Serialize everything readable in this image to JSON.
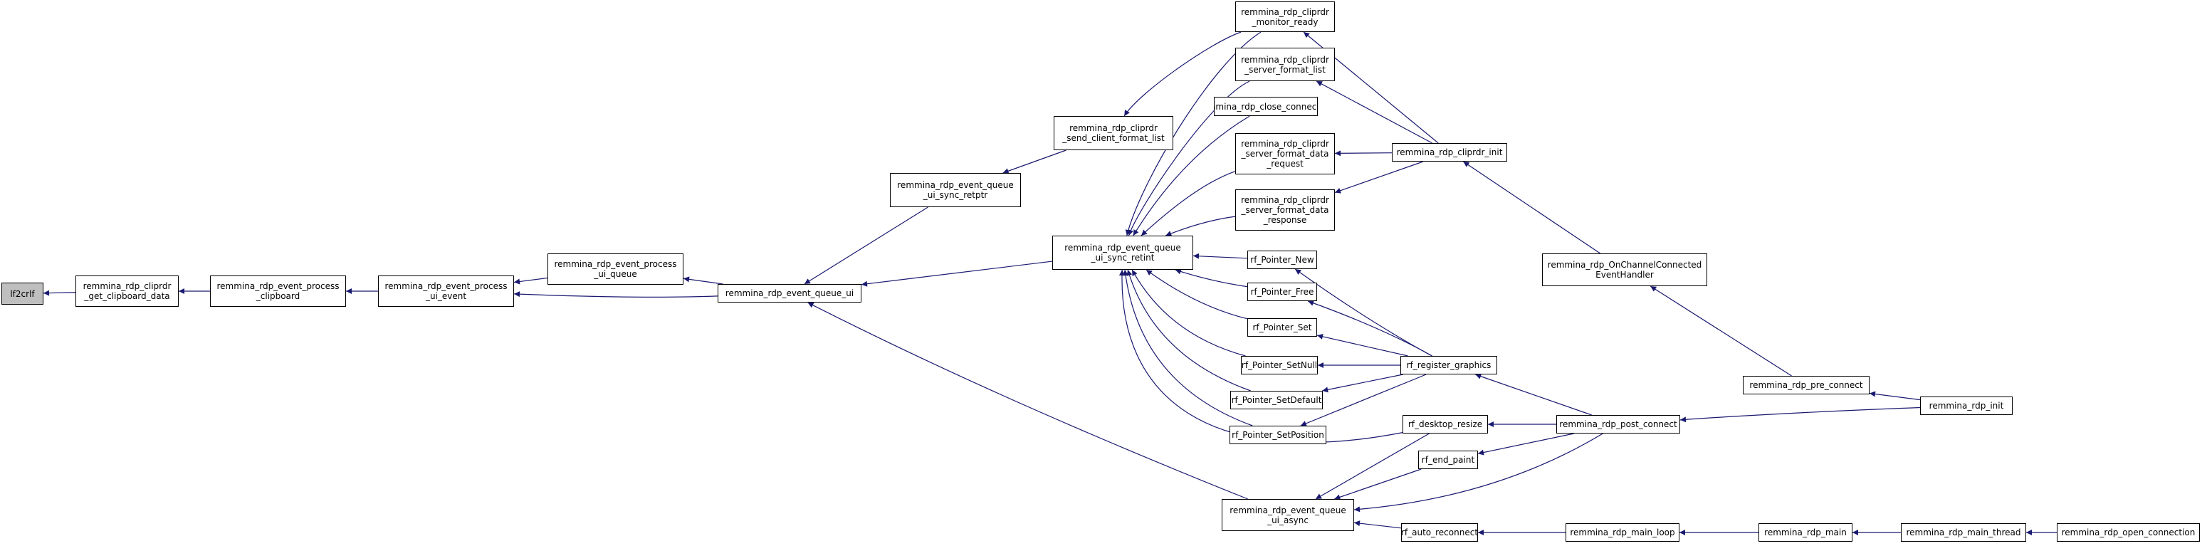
{
  "colors": {
    "edge": "#191970",
    "border": "#000000",
    "root_fill": "#bfbfbf",
    "node_fill": "#ffffff"
  },
  "nodes": {
    "lf2crlf": [
      "lf2crlf"
    ],
    "get_clip": [
      "remmina_rdp_cliprdr",
      "_get_clipboard_data"
    ],
    "proc_clip": [
      "remmina_rdp_event_process",
      "_clipboard"
    ],
    "proc_ui": [
      "remmina_rdp_event_process",
      "_ui_event"
    ],
    "proc_queue": [
      "remmina_rdp_event_process",
      "_ui_queue"
    ],
    "queue_ui": [
      "remmina_rdp_event_queue_ui"
    ],
    "sync_retptr": [
      "remmina_rdp_event_queue",
      "_ui_sync_retptr"
    ],
    "send_fmt": [
      "remmina_rdp_cliprdr",
      "_send_client_format_list"
    ],
    "sync_retint": [
      "remmina_rdp_event_queue",
      "_ui_sync_retint"
    ],
    "monitor": [
      "remmina_rdp_cliprdr",
      "_monitor_ready"
    ],
    "srv_fmt_list": [
      "remmina_rdp_cliprdr",
      "_server_format_list"
    ],
    "close_conn": [
      "remmina_rdp_close_connection"
    ],
    "srv_fmt_req": [
      "remmina_rdp_cliprdr",
      "_server_format_data",
      "_request"
    ],
    "srv_fmt_resp": [
      "remmina_rdp_cliprdr",
      "_server_format_data",
      "_response"
    ],
    "p_new": [
      "rf_Pointer_New"
    ],
    "p_free": [
      "rf_Pointer_Free"
    ],
    "p_set": [
      "rf_Pointer_Set"
    ],
    "p_setnull": [
      "rf_Pointer_SetNull"
    ],
    "p_setdefault": [
      "rf_Pointer_SetDefault"
    ],
    "p_setpos": [
      "rf_Pointer_SetPosition"
    ],
    "cliprdr_init": [
      "remmina_rdp_cliprdr_init"
    ],
    "reg_graphics": [
      "rf_register_graphics"
    ],
    "desk_resize": [
      "rf_desktop_resize"
    ],
    "end_paint": [
      "rf_end_paint"
    ],
    "async": [
      "remmina_rdp_event_queue",
      "_ui_async"
    ],
    "auto_reconnect": [
      "rf_auto_reconnect"
    ],
    "on_channel": [
      "remmina_rdp_OnChannelConnected",
      "EventHandler"
    ],
    "post_connect": [
      "remmina_rdp_post_connect"
    ],
    "main_loop": [
      "remmina_rdp_main_loop"
    ],
    "pre_connect": [
      "remmina_rdp_pre_connect"
    ],
    "rdp_init": [
      "remmina_rdp_init"
    ],
    "rdp_main": [
      "remmina_rdp_main"
    ],
    "main_thread": [
      "remmina_rdp_main_thread"
    ],
    "open_conn": [
      "remmina_rdp_open_connection"
    ]
  },
  "edges": [
    [
      "get_clip",
      "lf2crlf"
    ],
    [
      "proc_clip",
      "get_clip"
    ],
    [
      "proc_ui",
      "proc_clip"
    ],
    [
      "proc_queue",
      "proc_ui"
    ],
    [
      "queue_ui",
      "proc_ui"
    ],
    [
      "queue_ui",
      "proc_queue"
    ],
    [
      "sync_retptr",
      "queue_ui"
    ],
    [
      "sync_retint",
      "queue_ui"
    ],
    [
      "async",
      "queue_ui"
    ],
    [
      "send_fmt",
      "sync_retptr"
    ],
    [
      "monitor",
      "send_fmt"
    ],
    [
      "monitor",
      "sync_retint"
    ],
    [
      "srv_fmt_list",
      "sync_retint"
    ],
    [
      "close_conn",
      "sync_retint"
    ],
    [
      "srv_fmt_req",
      "sync_retint"
    ],
    [
      "srv_fmt_resp",
      "sync_retint"
    ],
    [
      "p_new",
      "sync_retint"
    ],
    [
      "p_free",
      "sync_retint"
    ],
    [
      "p_set",
      "sync_retint"
    ],
    [
      "p_setnull",
      "sync_retint"
    ],
    [
      "p_setdefault",
      "sync_retint"
    ],
    [
      "p_setpos",
      "sync_retint"
    ],
    [
      "desk_resize",
      "sync_retint"
    ],
    [
      "cliprdr_init",
      "monitor"
    ],
    [
      "cliprdr_init",
      "srv_fmt_list"
    ],
    [
      "cliprdr_init",
      "srv_fmt_req"
    ],
    [
      "cliprdr_init",
      "srv_fmt_resp"
    ],
    [
      "on_channel",
      "cliprdr_init"
    ],
    [
      "reg_graphics",
      "p_new"
    ],
    [
      "reg_graphics",
      "p_free"
    ],
    [
      "reg_graphics",
      "p_set"
    ],
    [
      "reg_graphics",
      "p_setnull"
    ],
    [
      "reg_graphics",
      "p_setdefault"
    ],
    [
      "reg_graphics",
      "p_setpos"
    ],
    [
      "post_connect",
      "reg_graphics"
    ],
    [
      "post_connect",
      "desk_resize"
    ],
    [
      "post_connect",
      "end_paint"
    ],
    [
      "post_connect",
      "async"
    ],
    [
      "end_paint",
      "async"
    ],
    [
      "desk_resize",
      "async"
    ],
    [
      "auto_reconnect",
      "async"
    ],
    [
      "main_loop",
      "auto_reconnect"
    ],
    [
      "rdp_init",
      "post_connect"
    ],
    [
      "rdp_init",
      "pre_connect"
    ],
    [
      "pre_connect",
      "on_channel"
    ],
    [
      "rdp_main",
      "main_loop"
    ],
    [
      "main_thread",
      "rdp_main"
    ],
    [
      "open_conn",
      "main_thread"
    ]
  ]
}
